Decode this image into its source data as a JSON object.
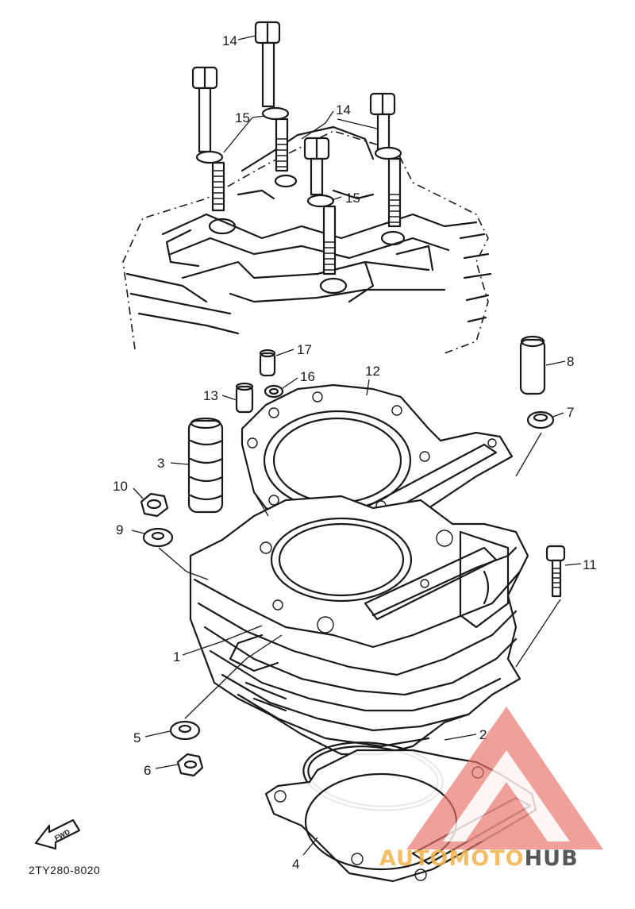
{
  "diagram": {
    "part_code": "2TY280-8020",
    "fwd_label": "FWD",
    "callouts": {
      "c1": "1",
      "c2": "2",
      "c3": "3",
      "c4": "4",
      "c5": "5",
      "c6": "6",
      "c7": "7",
      "c8": "8",
      "c9": "9",
      "c10": "10",
      "c11": "11",
      "c12": "12",
      "c13": "13",
      "c14a": "14",
      "c14b": "14",
      "c15a": "15",
      "c15b": "15",
      "c16": "16",
      "c17": "17"
    }
  },
  "watermark": {
    "part1": "AUTO",
    "part2": "MOTO",
    "part3": "HUB",
    "color_red": "#e8736b",
    "color_orange": "#f0b24a",
    "color_dark": "#3a3a3a"
  }
}
